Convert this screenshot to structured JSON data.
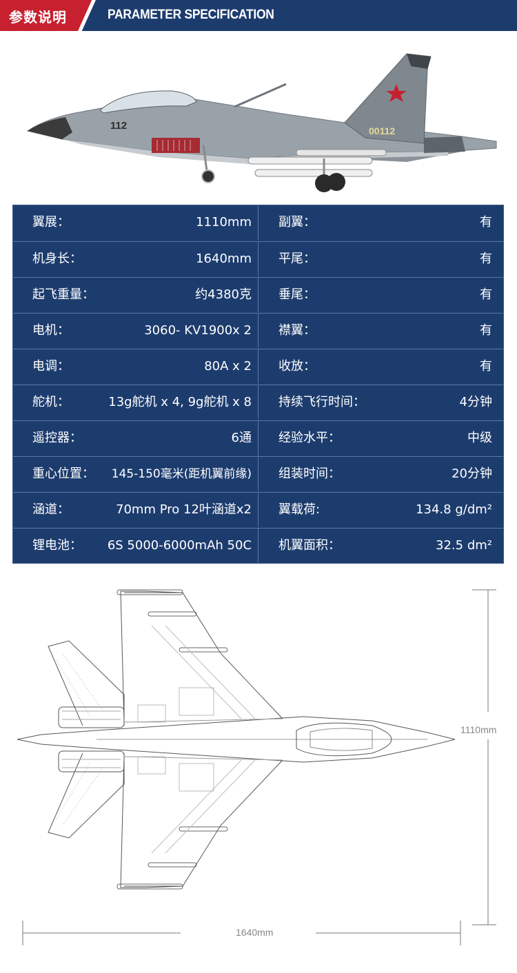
{
  "header": {
    "title_zh": "参数说明",
    "title_en": "PARAMETER SPECIFICATION"
  },
  "aircraft": {
    "nose_number": "112",
    "tail_number": "00112"
  },
  "specs": [
    {
      "left_key": "翼展：",
      "left_value": "1110mm",
      "right_key": "副翼：",
      "right_value": "有"
    },
    {
      "left_key": "机身长：",
      "left_value": "1640mm",
      "right_key": "平尾：",
      "right_value": "有"
    },
    {
      "left_key": "起飞重量：",
      "left_value": "约4380克",
      "right_key": "垂尾：",
      "right_value": "有"
    },
    {
      "left_key": "电机：",
      "left_value": "3060- KV1900x 2",
      "right_key": "襟翼：",
      "right_value": "有"
    },
    {
      "left_key": "电调：",
      "left_value": "80A x 2",
      "right_key": "收放：",
      "right_value": "有"
    },
    {
      "left_key": "舵机：",
      "left_value": "13g舵机 x 4,  9g舵机 x 8",
      "right_key": "持续飞行时间：",
      "right_value": "4分钟"
    },
    {
      "left_key": "遥控器：",
      "left_value": "6通",
      "right_key": "经验水平：",
      "right_value": "中级"
    },
    {
      "left_key": "重心位置：",
      "left_value": "145-150毫米(距机翼前缘)",
      "right_key": "组装时间：",
      "right_value": "20分钟"
    },
    {
      "left_key": "涵道：",
      "left_value": "70mm Pro 12叶涵道x2",
      "right_key": "翼载荷:",
      "right_value": "134.8 g/dm²"
    },
    {
      "left_key": "锂电池：",
      "left_value": "6S 5000-6000mAh 50C",
      "right_key": "机翼面积：",
      "right_value": "32.5 dm²"
    }
  ],
  "dimensions": {
    "length": "1640mm",
    "span": "1110mm"
  },
  "colors": {
    "header_blue": "#1d3c6e",
    "accent_red": "#c7202f",
    "table_blue": "#1d3c6e"
  }
}
